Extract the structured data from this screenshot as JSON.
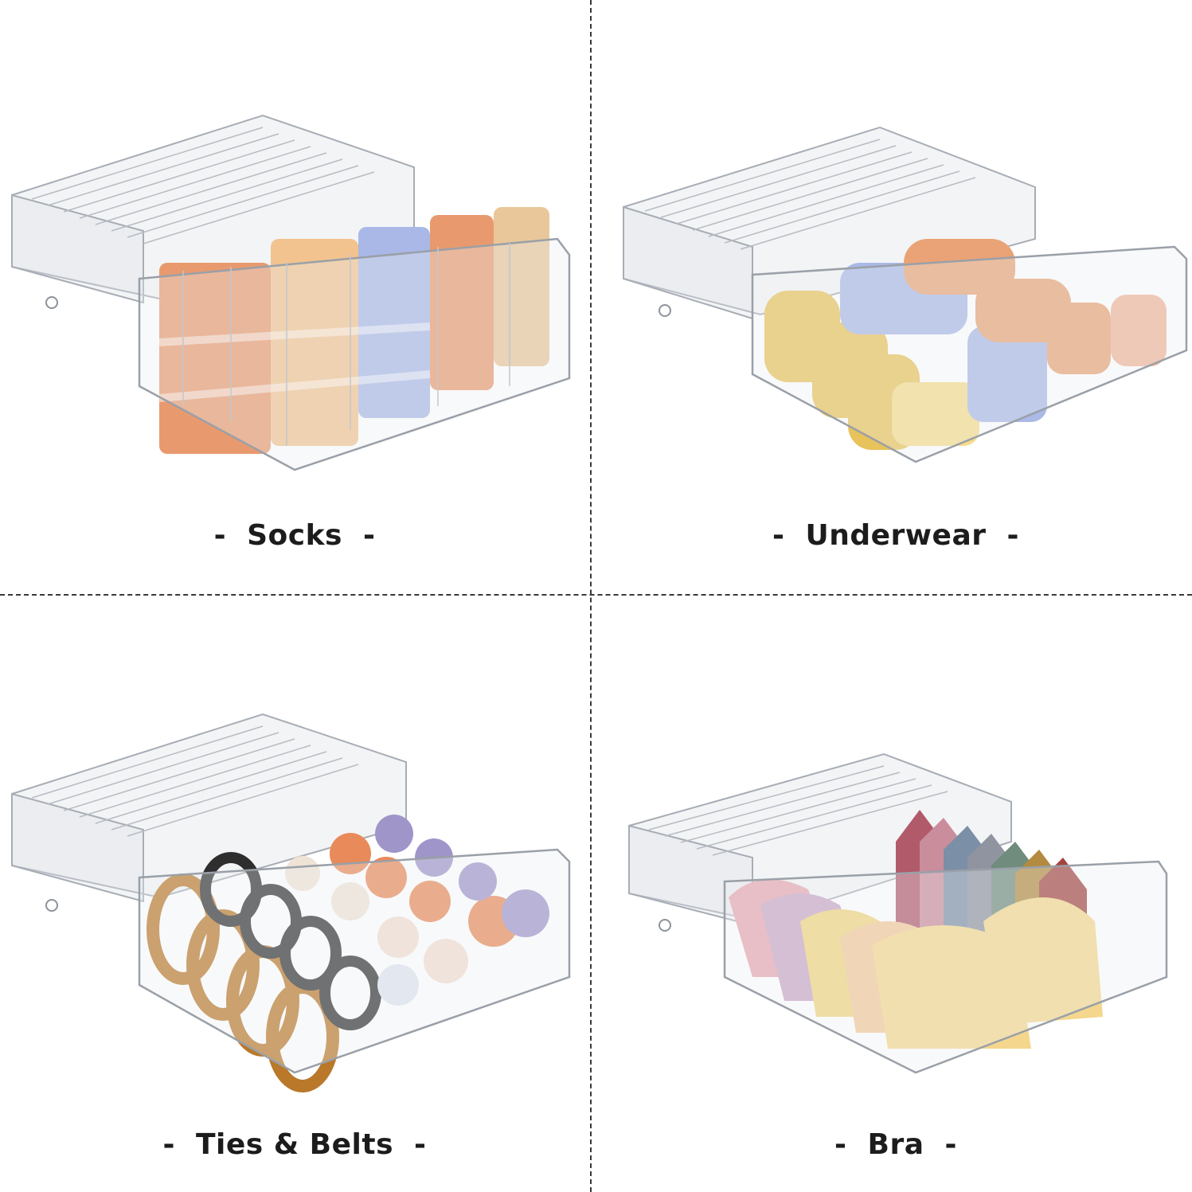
{
  "panels": [
    {
      "id": "socks",
      "caption": "Socks",
      "dash": "-",
      "contents": "rolled socks",
      "colors": [
        "#e89a6e",
        "#f2c38f",
        "#a9b8e6",
        "#e9c79a"
      ]
    },
    {
      "id": "underwear",
      "caption": "Underwear",
      "dash": "-",
      "contents": "rolled underwear",
      "colors": [
        "#e8c25a",
        "#aab9e6",
        "#e9a376",
        "#f2b59a"
      ]
    },
    {
      "id": "ties-belts",
      "caption": "Ties & Belts",
      "dash": "-",
      "contents": "belts and rolled ties",
      "colors": [
        "#b9782a",
        "#2e2e2e",
        "#e98a5a",
        "#9f95c9"
      ]
    },
    {
      "id": "bra",
      "caption": "Bra",
      "dash": "-",
      "contents": "folded bras",
      "colors": [
        "#e6a6b0",
        "#f0d57c",
        "#b05a6a",
        "#7b8fa6"
      ]
    }
  ]
}
